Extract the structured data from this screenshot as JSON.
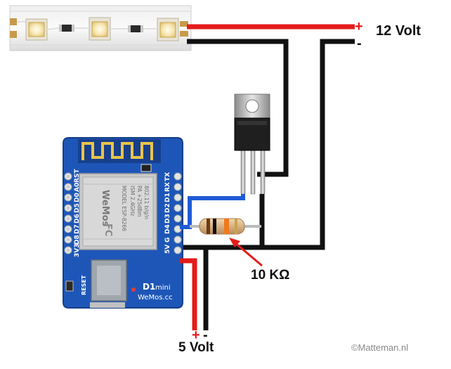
{
  "labels": {
    "supply_12v": "12 Volt",
    "supply_5v": "5 Volt",
    "resistor_value": "10 KΩ",
    "copyright": "©Matteman.nl",
    "plus": "+",
    "minus": "-"
  },
  "board": {
    "name": "D1",
    "variant": "mini",
    "brand_site": "WeMos.cc",
    "reset_label": "RESET",
    "module_brand": "WeMos",
    "module_text": [
      "MODEL ESP-8266",
      "ISM 2.4GHz",
      "PA +25dBm",
      "802.11 b/g/n"
    ],
    "left_pins": [
      "RST",
      "A0",
      "D0",
      "D5",
      "D6",
      "D7",
      "D8",
      "3V3"
    ],
    "right_pins": [
      "TX",
      "RX",
      "D1",
      "D2",
      "D3",
      "D4",
      "G",
      "5V"
    ]
  },
  "colors": {
    "wire_positive": "#e41b1b",
    "wire_ground": "#111111",
    "wire_signal": "#1f5bd6",
    "board": "#1e56b8",
    "arrow": "#e41b1b"
  }
}
